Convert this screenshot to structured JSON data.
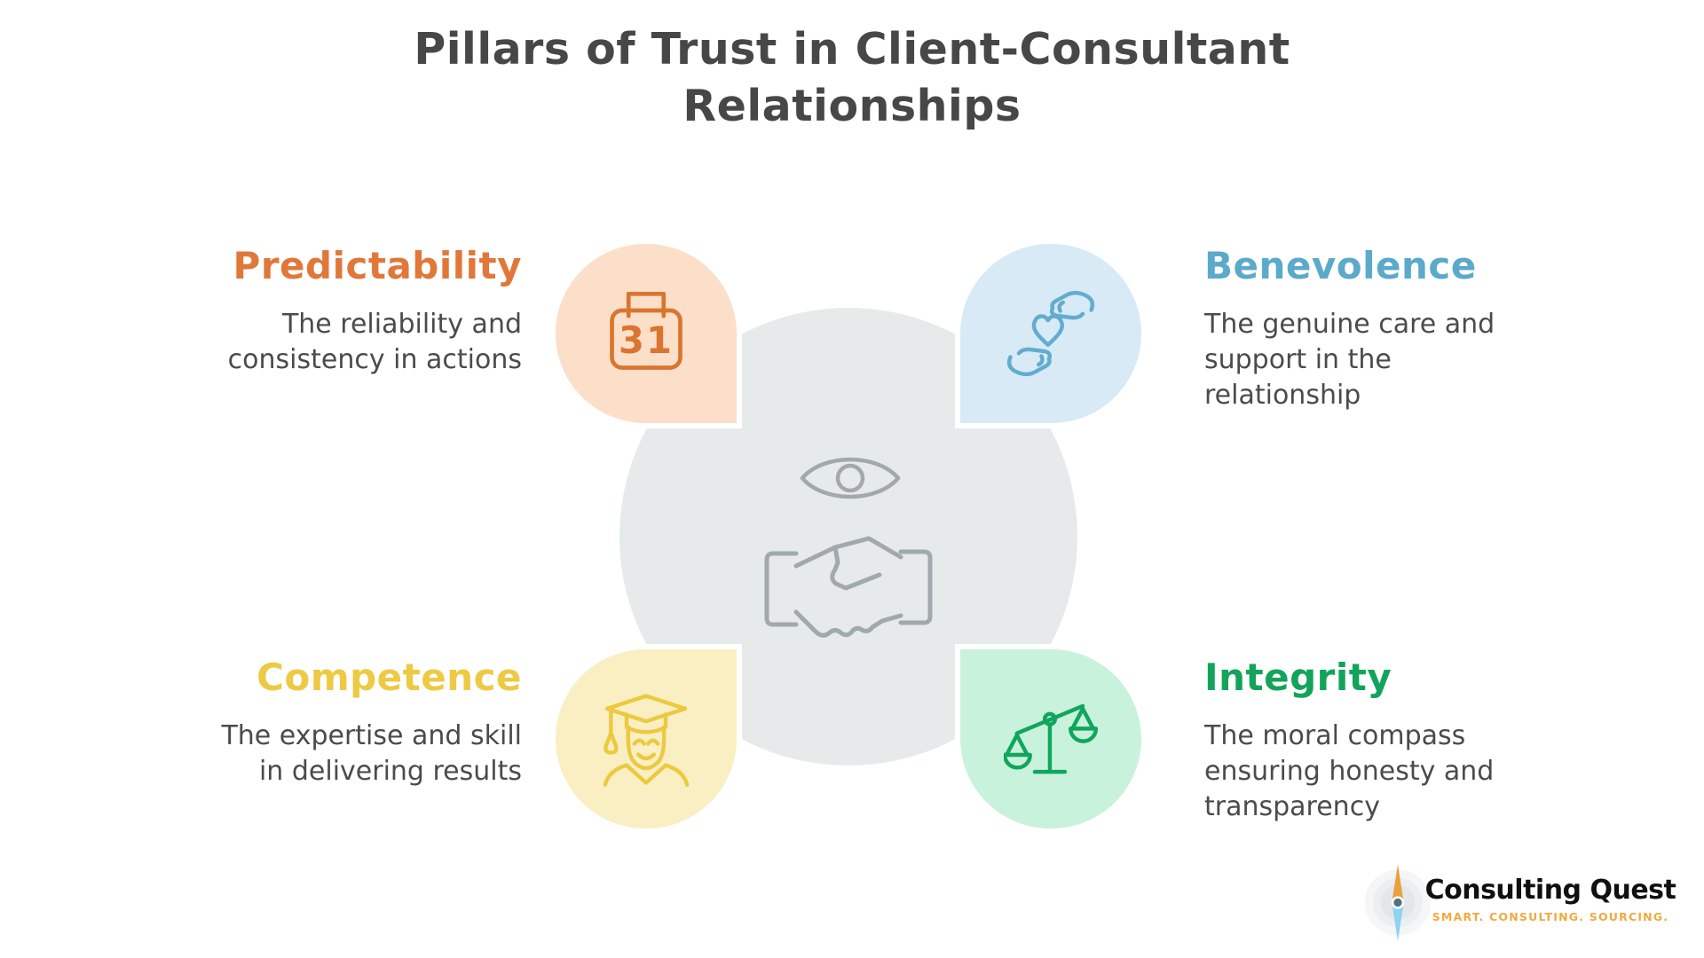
{
  "main_title": {
    "line1": "Pillars of Trust in Client-Consultant",
    "line2": "Relationships"
  },
  "sections": [
    {
      "id": "predictability",
      "title": "Predictability",
      "desc": [
        "The reliability and",
        "consistency in actions"
      ],
      "accent_color": "#e0783a",
      "blob_color": "#fcdfc8",
      "icon": "calendar-31-icon",
      "icon_color": "#d9752f",
      "icon_label": "31",
      "position": "top-left"
    },
    {
      "id": "benevolence",
      "title": "Benevolence",
      "desc": [
        "The genuine care and",
        "support in the",
        "relationship"
      ],
      "accent_color": "#5ba9cb",
      "blob_color": "#d8eaf5",
      "icon": "hands-heart-icon",
      "icon_color": "#63acce",
      "position": "top-right"
    },
    {
      "id": "competence",
      "title": "Competence",
      "desc": [
        "The expertise and skill",
        "in delivering results"
      ],
      "accent_color": "#eec943",
      "blob_color": "#faefc3",
      "icon": "graduate-icon",
      "icon_color": "#ecc93f",
      "position": "bottom-left"
    },
    {
      "id": "integrity",
      "title": "Integrity",
      "desc": [
        "The moral compass",
        "ensuring honesty and",
        "transparency"
      ],
      "accent_color": "#12a45b",
      "blob_color": "#c9f2dc",
      "icon": "scales-icon",
      "icon_color": "#10a65b",
      "position": "bottom-right"
    }
  ],
  "center": {
    "background_color": "#e7eaeb",
    "icon_color": "#a1a8ae",
    "icons": [
      "eye-icon",
      "handshake-icon"
    ]
  },
  "logo": {
    "name": "Consulting Quest",
    "tagline": "SMART. CONSULTING. SOURCING.",
    "icon": "compass-icon",
    "name_color": "#101010",
    "tagline_color": "#f2a93c",
    "needle_top_color": "#e9a23b",
    "needle_bottom_color": "#8ed3f0"
  },
  "colors": {
    "background": "#ffffff",
    "main_title": "#474747",
    "body_text": "#4b4b4b"
  }
}
